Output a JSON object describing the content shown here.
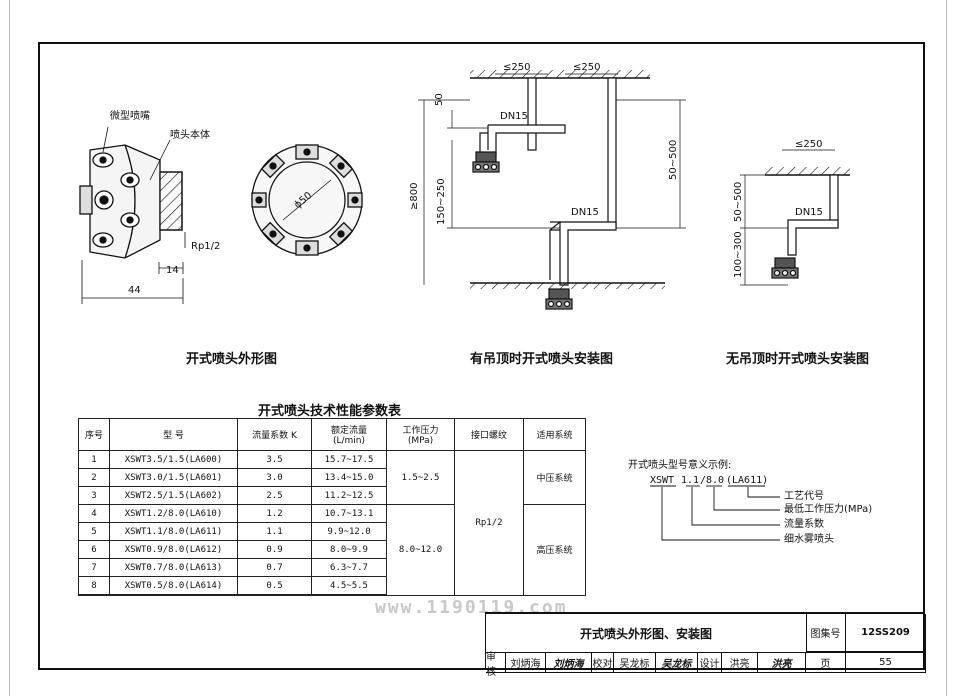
{
  "drawing": {
    "fig1": {
      "caption": "开式喷头外形图",
      "label_nozzle": "微型喷嘴",
      "label_body": "喷头本体",
      "label_thread": "Rp1/2",
      "dim_14": "14",
      "dim_44": "44",
      "dim_phi50": "ϕ50"
    },
    "fig2": {
      "caption": "有吊顶时开式喷头安装图",
      "dim_250_left": "≤250",
      "dim_250_right": "≤250",
      "dim_50": "50",
      "dim_800": "≥800",
      "dim_150_250": "150~250",
      "dim_50_500": "50~500",
      "pipe_dn15_a": "DN15",
      "pipe_dn15_b": "DN15"
    },
    "fig3": {
      "caption": "无吊顶时开式喷头安装图",
      "dim_250": "≤250",
      "dim_50_500": "50~500",
      "dim_100_300": "100~300",
      "pipe_dn15": "DN15"
    }
  },
  "spec_table": {
    "title": "开式喷头技术性能参数表",
    "headers": {
      "no": "序号",
      "model": "型  号",
      "k": "流量系数 K",
      "flow_l1": "额定流量",
      "flow_l2": "(L/min)",
      "pressure_l1": "工作压力",
      "pressure_l2": "(MPa)",
      "thread": "接口螺纹",
      "system": "适用系统"
    },
    "rows": [
      {
        "no": "1",
        "model": "XSWT3.5/1.5(LA600)",
        "k": "3.5",
        "flow": "15.7~17.5"
      },
      {
        "no": "2",
        "model": "XSWT3.0/1.5(LA601)",
        "k": "3.0",
        "flow": "13.4~15.0"
      },
      {
        "no": "3",
        "model": "XSWT2.5/1.5(LA602)",
        "k": "2.5",
        "flow": "11.2~12.5"
      },
      {
        "no": "4",
        "model": "XSWT1.2/8.0(LA610)",
        "k": "1.2",
        "flow": "10.7~13.1"
      },
      {
        "no": "5",
        "model": "XSWT1.1/8.0(LA611)",
        "k": "1.1",
        "flow": "9.9~12.0"
      },
      {
        "no": "6",
        "model": "XSWT0.9/8.0(LA612)",
        "k": "0.9",
        "flow": "8.0~9.9"
      },
      {
        "no": "7",
        "model": "XSWT0.7/8.0(LA613)",
        "k": "0.7",
        "flow": "6.3~7.7"
      },
      {
        "no": "8",
        "model": "XSWT0.5/8.0(LA614)",
        "k": "0.5",
        "flow": "4.5~5.5"
      }
    ],
    "pressure_low": "1.5~2.5",
    "pressure_high": "8.0~12.0",
    "thread": "Rp1/2",
    "system_mid": "中压系统",
    "system_high": "高压系统"
  },
  "model_legend": {
    "title": "开式喷头型号意义示例:",
    "code_xswt": "XSWT",
    "code_k": "1.1",
    "code_slash": "/",
    "code_p": "8.0",
    "code_la": "(LA611)",
    "items": [
      "工艺代号",
      "最低工作压力(MPa)",
      "流量系数",
      "细水雾喷头"
    ]
  },
  "watermark": "www.1190119.com",
  "title_block": {
    "title": "开式喷头外形图、安装图",
    "atlas_label": "图集号",
    "atlas_no": "12SS209",
    "review_label": "审核",
    "review_name": "刘炳海",
    "review_sig": "刘炳海",
    "check_label": "校对",
    "check_name": "吴龙标",
    "check_sig": "吴龙标",
    "design_label": "设计",
    "design_name": "洪亮",
    "design_sig": "洪亮",
    "page_label": "页",
    "page_no": "55"
  }
}
